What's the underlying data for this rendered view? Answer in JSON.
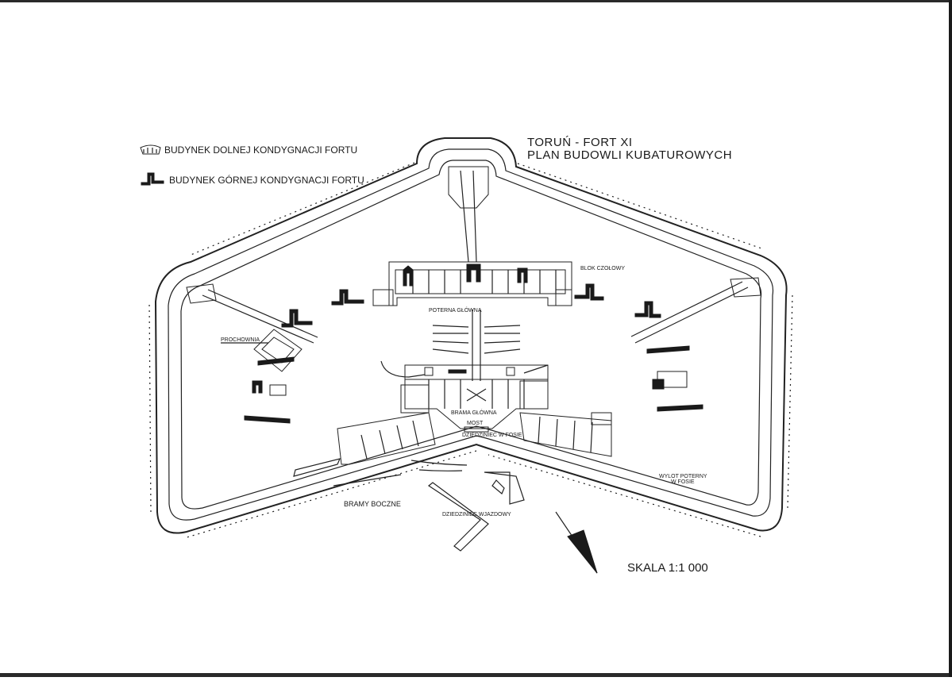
{
  "title": {
    "line1": "TORUŃ - FORT XI",
    "line2": "PLAN BUDOWLI KUBATUROWYCH"
  },
  "legend": {
    "lower_floor": "BUDYNEK DOLNEJ KONDYGNACJI FORTU",
    "upper_floor": "BUDYNEK GÓRNEJ KONDYGNACJI FORTU"
  },
  "labels": {
    "blok_czolowy": "BLOK CZOŁOWY",
    "poterna_glowna": "POTERNA GŁÓWNA",
    "prochownia": "PROCHOWNIA",
    "brama_glowna": "BRAMA GŁÓWNA",
    "most": "MOST",
    "dziedziniec_w_fosie": "DZIEDZINIEC W FOSIE",
    "bramy_boczne": "BRAMY BOCZNE",
    "dziedziniec_wjazdowy": "DZIEDZINIEC WJAZDOWY",
    "wylot_right": "WYLOT POTERNY",
    "wylot_right_2": "W FOSIE"
  },
  "scale": "SKALA 1:1 000"
}
